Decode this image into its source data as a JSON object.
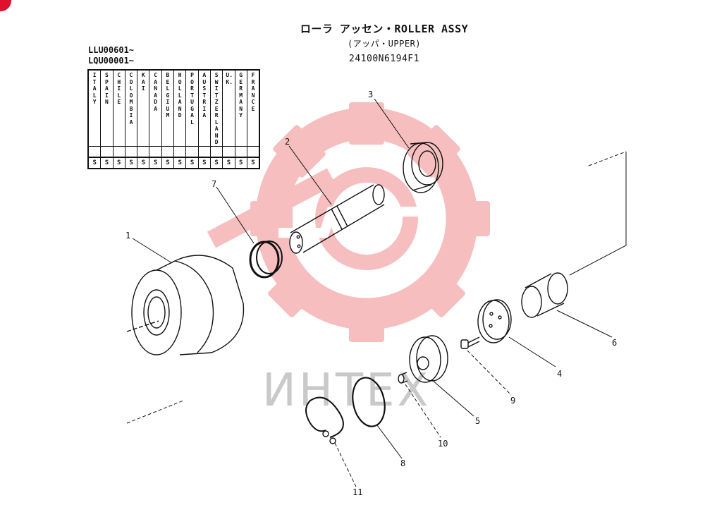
{
  "title": {
    "main": "ローラ アッセン・ROLLER ASSY",
    "sub": "(アッパ・UPPER)",
    "part_number": "24100N6194F1"
  },
  "serials": [
    "LLU00601~",
    "LQU00001~"
  ],
  "countries": [
    {
      "name": "ITALY",
      "value": "S"
    },
    {
      "name": "SPAIN",
      "value": "S"
    },
    {
      "name": "CHILE",
      "value": "S"
    },
    {
      "name": "COLOMBIA",
      "value": "S"
    },
    {
      "name": "KAI",
      "value": "S"
    },
    {
      "name": "CANADA",
      "value": "S"
    },
    {
      "name": "BELGIUM",
      "value": "S"
    },
    {
      "name": "HOLLAND",
      "value": "S"
    },
    {
      "name": "PORTUGAL",
      "value": "S"
    },
    {
      "name": "AUSTRIA",
      "value": "S"
    },
    {
      "name": "SWITZER LAND",
      "value": "S"
    },
    {
      "name": "U.K.",
      "value": "S"
    },
    {
      "name": "GERMANY",
      "value": "S"
    },
    {
      "name": "FRANCE",
      "value": "S"
    }
  ],
  "callouts": [
    "1",
    "2",
    "3",
    "4",
    "5",
    "6",
    "7",
    "8",
    "9",
    "10",
    "11"
  ],
  "watermark": {
    "text": "ИНТЕХ",
    "gear_color": "#f08a8a",
    "text_color": "#c9c9c9"
  },
  "colors": {
    "line": "#111111",
    "badge": "#e0102e"
  }
}
